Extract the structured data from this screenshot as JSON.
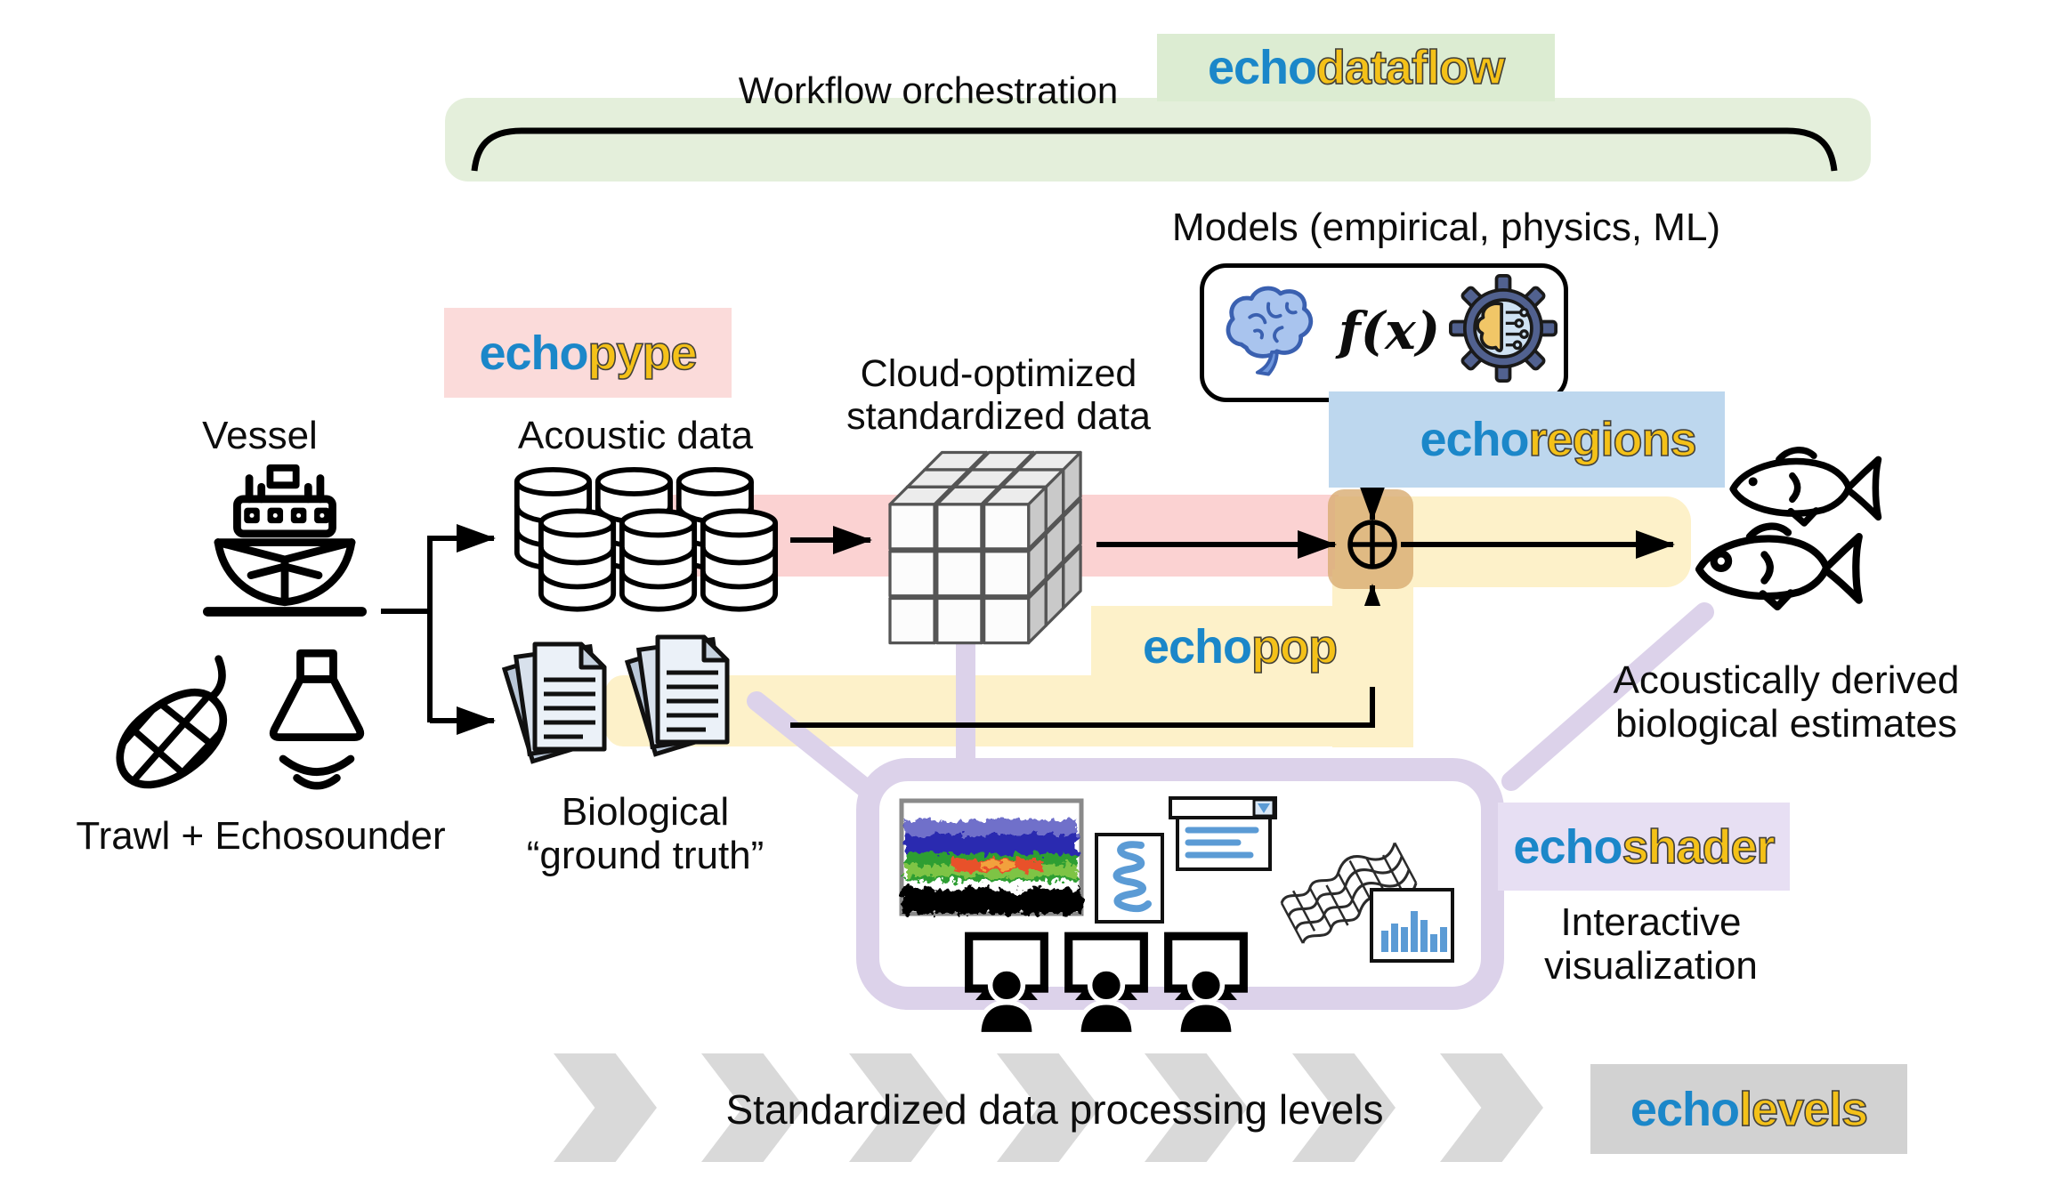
{
  "colors": {
    "logo_blue": "#1b87c9",
    "logo_gold": "#f4c118",
    "banner_green": "#e4efdb",
    "badge_green": "#dcecd2",
    "badge_pink": "#fbdbda",
    "band_pink": "#fbd2d2",
    "band_yellow": "#fdf1c9",
    "badge_blue": "#bdd7ee",
    "badge_lavender": "#e7dff3",
    "container_lavender": "#dcd2ea",
    "junction_tan": "#d9ad74",
    "chevron_gray": "#d9d9d9",
    "badge_gray": "#d2d2d2",
    "icon_blue": "#5b9bd5"
  },
  "banner": {
    "title": "Workflow orchestration"
  },
  "logos": {
    "dataflow": {
      "prefix": "echo",
      "suffix": "dataflow"
    },
    "pype": {
      "prefix": "echo",
      "suffix": "pype"
    },
    "regions": {
      "prefix": "echo",
      "suffix": "regions"
    },
    "pop": {
      "prefix": "echo",
      "suffix": "pop"
    },
    "shader": {
      "prefix": "echo",
      "suffix": "shader"
    },
    "levels": {
      "prefix": "echo",
      "suffix": "levels"
    }
  },
  "labels": {
    "models": "Models (empirical, physics, ML)",
    "fx": "f(x)",
    "vessel": "Vessel",
    "acoustic": "Acoustic data",
    "cloud_line1": "Cloud-optimized",
    "cloud_line2": "standardized data",
    "trawl": "Trawl + Echosounder",
    "bio_line1": "Biological",
    "bio_line2": "“ground truth”",
    "derived_line1": "Acoustically derived",
    "derived_line2": "biological estimates",
    "interactive_line1": "Interactive",
    "interactive_line2": "visualization",
    "levels_caption": "Standardized data processing levels",
    "junction_symbol": "⊕"
  },
  "icons": {
    "ship-icon": "research vessel line art",
    "trawl-net-icon": "trawl net line art",
    "echosounder-icon": "transducer with sound waves",
    "database-stack-icon": "six database cylinders",
    "data-cube-icon": "3x3x3 cube array",
    "documents-icon": "two stacks of paper documents",
    "brain-icon": "blue brain",
    "ml-gear-icon": "gear with half brain and circuits",
    "circled-plus-icon": "combine operator",
    "fish-icon": "two fish outlines",
    "echogram-icon": "colored echogram image",
    "track-squiggle-icon": "blue survey track panel",
    "dropdown-widget-icon": "window with dropdown and text lines",
    "mesh-curtain-icon": "wavy 3D grid",
    "bar-chart-icon": "blue bar chart panel",
    "analyst-monitor-icon": "person at monitor"
  }
}
